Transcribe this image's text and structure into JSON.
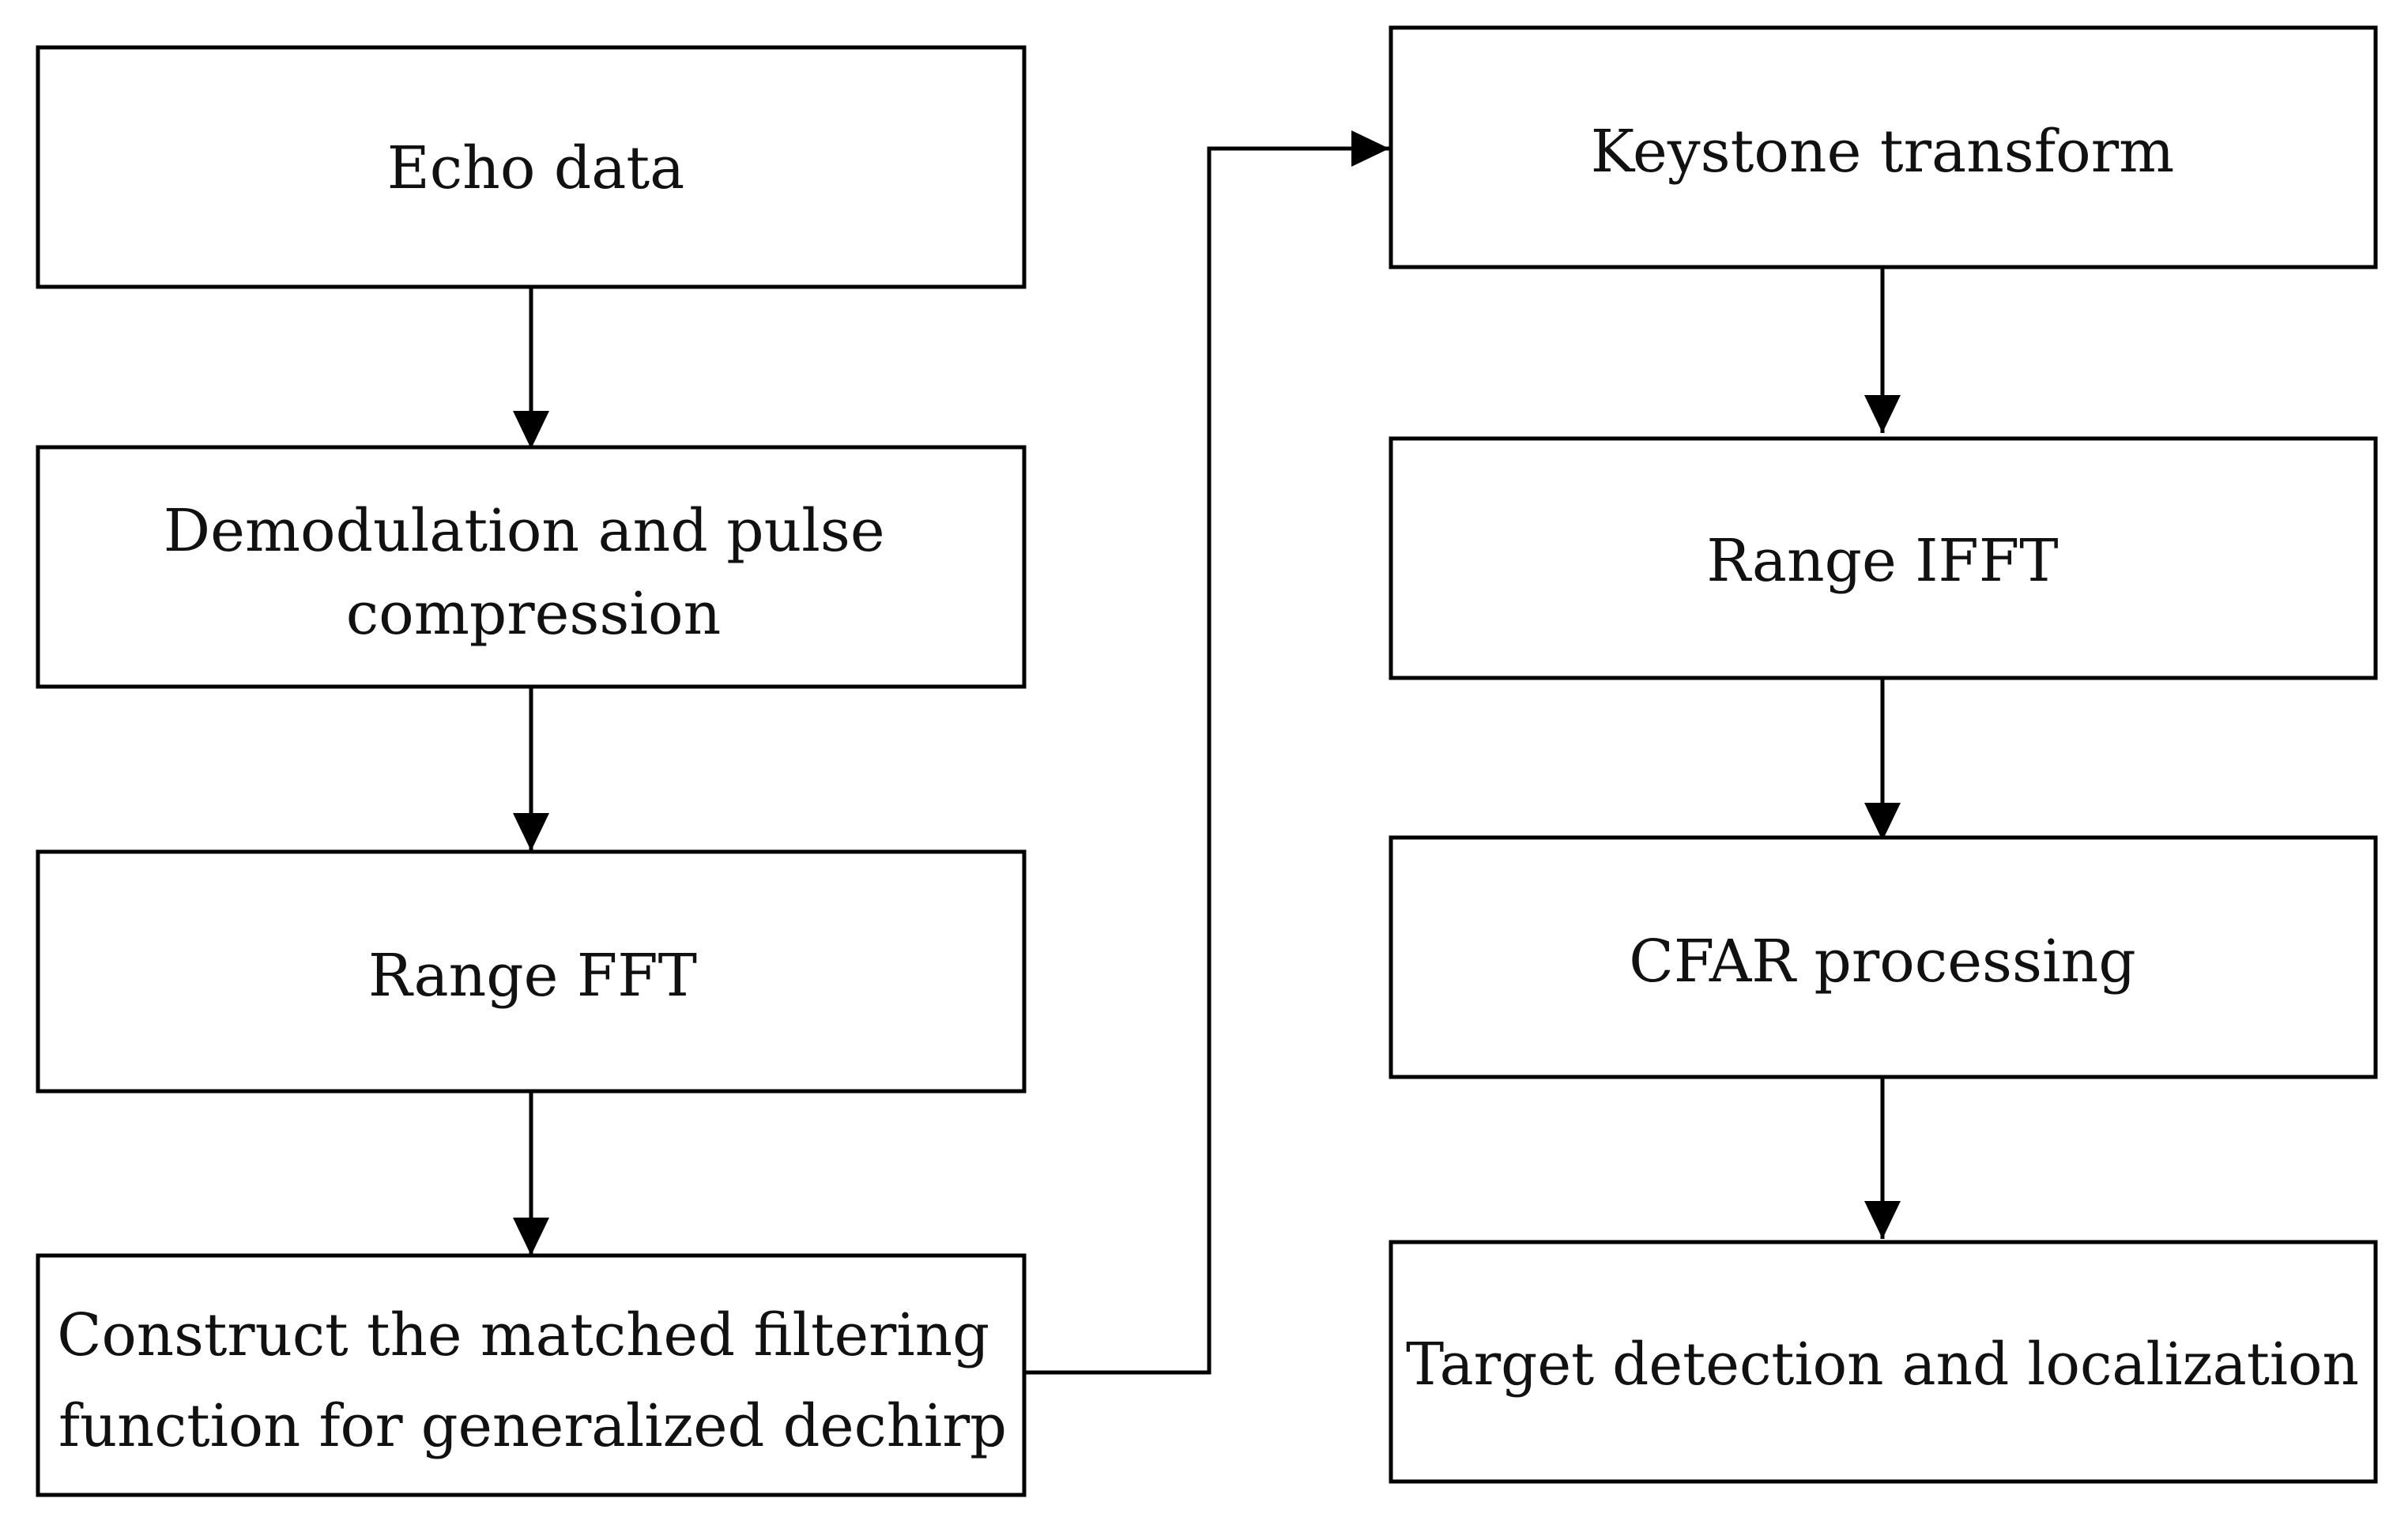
{
  "colors": {
    "line": "#000000",
    "text": "#111111",
    "background": "#ffffff"
  },
  "nodes": {
    "echo_data": {
      "lines": [
        "Echo data"
      ]
    },
    "demodulation": {
      "lines": [
        "Demodulation and pulse",
        "compression"
      ]
    },
    "range_fft": {
      "lines": [
        "Range FFT"
      ]
    },
    "matched_filter": {
      "lines": [
        "Construct the  matched filtering",
        "function for generalized dechirp"
      ]
    },
    "keystone": {
      "lines": [
        "Keystone transform"
      ]
    },
    "range_ifft": {
      "lines": [
        "Range IFFT"
      ]
    },
    "cfar": {
      "lines": [
        "CFAR processing"
      ]
    },
    "target_detection": {
      "lines": [
        "Target detection and localization"
      ]
    }
  },
  "edges": [
    {
      "from": "echo_data",
      "to": "demodulation"
    },
    {
      "from": "demodulation",
      "to": "range_fft"
    },
    {
      "from": "range_fft",
      "to": "matched_filter"
    },
    {
      "from": "matched_filter",
      "to": "keystone"
    },
    {
      "from": "keystone",
      "to": "range_ifft"
    },
    {
      "from": "range_ifft",
      "to": "cfar"
    },
    {
      "from": "cfar",
      "to": "target_detection"
    }
  ]
}
